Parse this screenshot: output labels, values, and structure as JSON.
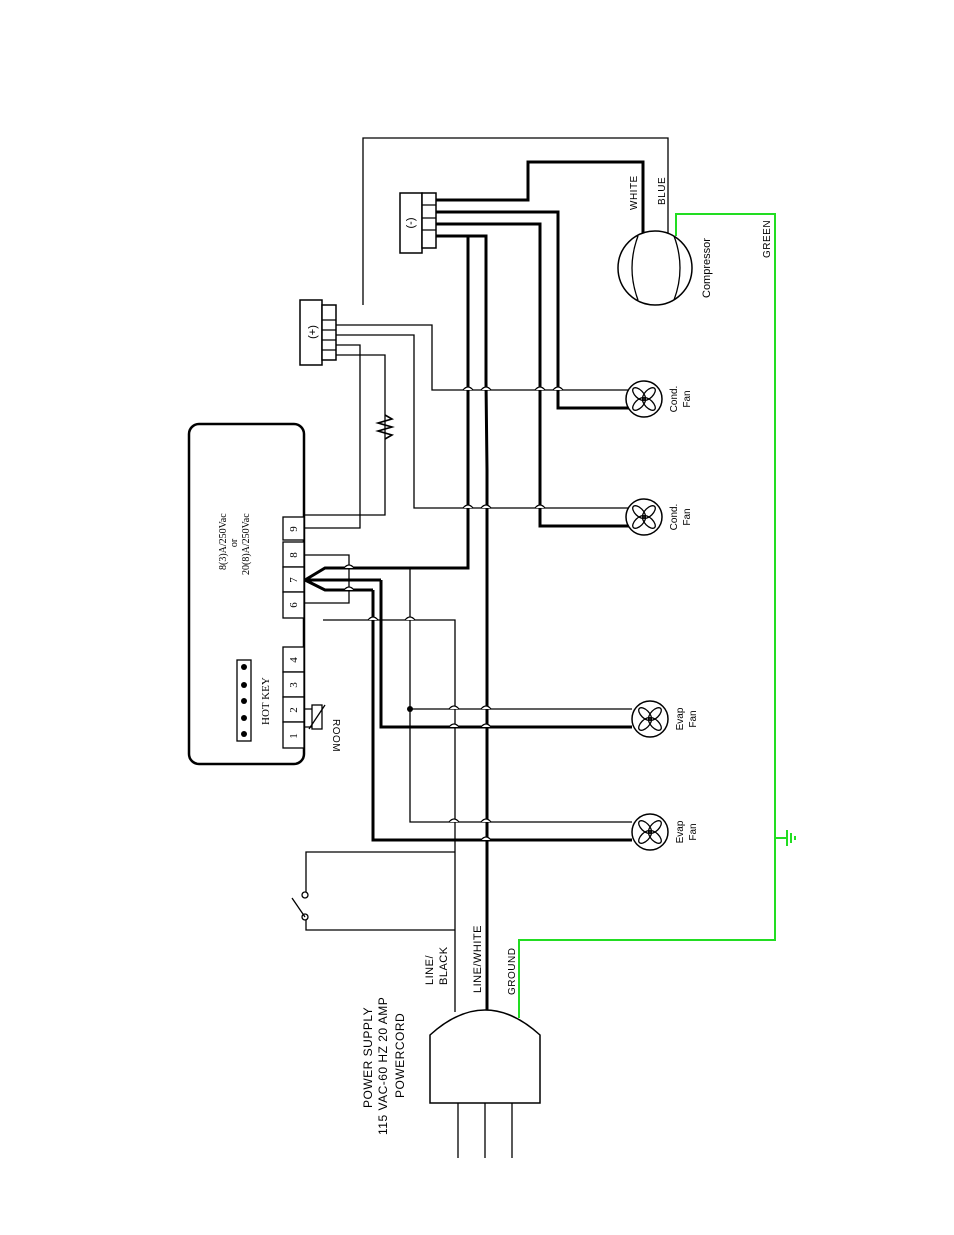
{
  "power_supply": {
    "line1": "POWER SUPPLY",
    "line2": "115 VAC-60 HZ 20 AMP",
    "line3": "POWERCORD"
  },
  "wires": {
    "line_black_1": "LINE/",
    "line_black_2": "BLACK",
    "line_white": "LINE/WHITE",
    "ground": "GROUND",
    "green": "GREEN",
    "white": "WHITE",
    "blue": "BLUE"
  },
  "controller": {
    "rating1": "8(3)A/250Vac",
    "rating_or": "or",
    "rating2": "20(8)A/250Vac",
    "hot_key": "HOT KEY",
    "room": "ROOM",
    "terminals": [
      "1",
      "2",
      "3",
      "4",
      "6",
      "7",
      "8",
      "9"
    ]
  },
  "terminal_blocks": {
    "plus": "(+)",
    "minus": "(-)"
  },
  "components": {
    "compressor": "Compressor",
    "cond_fan_1_a": "Cond.",
    "cond_fan_1_b": "Fan",
    "cond_fan_2_a": "Cond.",
    "cond_fan_2_b": "Fan",
    "evap_fan_1_a": "Evap",
    "evap_fan_1_b": "Fan",
    "evap_fan_2_a": "Evap",
    "evap_fan_2_b": "Fan"
  }
}
